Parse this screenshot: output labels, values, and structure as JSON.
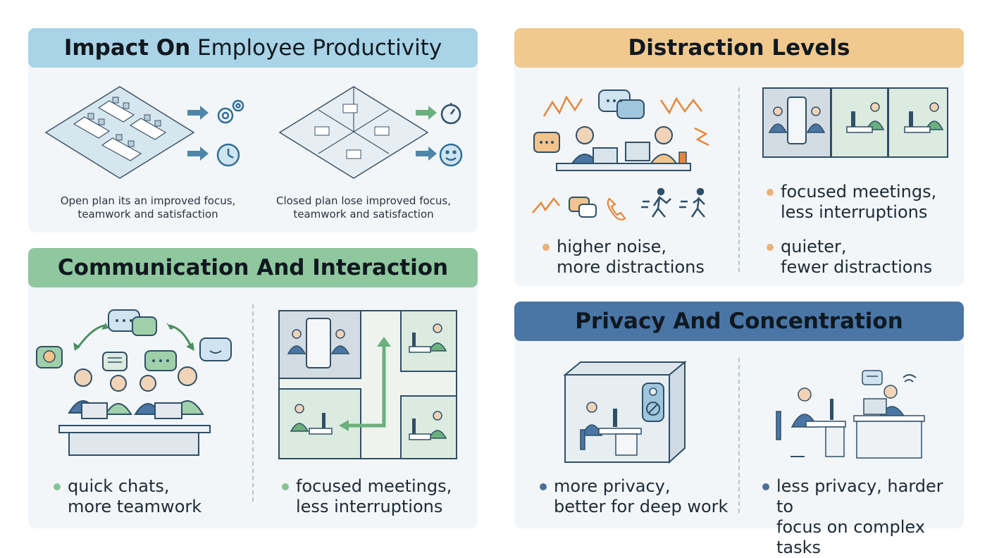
{
  "panels": {
    "productivity": {
      "title_bold": "Impact On",
      "title_rest": " Employee Productivity",
      "header_color": "#a9d3e6",
      "open_caption": [
        "Open plan its an improved focus,",
        "teamwork and satisfaction"
      ],
      "closed_caption": [
        "Closed plan lose improved focus,",
        "teamwork and satisfaction"
      ],
      "icons": [
        "gears-icon",
        "clock-icon",
        "stopwatch-icon",
        "smiley-icon"
      ]
    },
    "distraction": {
      "title": "Distraction Levels",
      "header_color": "#f1c98f",
      "bullet_color": "#e8b27a",
      "open_bullet": [
        "higher noise,",
        "more distractions"
      ],
      "closed_bullet_top": [
        "focused meetings,",
        "less interruptions"
      ],
      "closed_bullet_bottom": [
        "quieter,",
        "fewer distractions"
      ]
    },
    "communication": {
      "title": "Communication And Interaction",
      "header_color": "#8fc79e",
      "bullet_color": "#86c293",
      "open_bullet": [
        "quick chats,",
        "more teamwork"
      ],
      "closed_bullet": [
        "focused meetings,",
        "less interruptions"
      ]
    },
    "privacy": {
      "title": "Privacy And Concentration",
      "header_color": "#4a76a6",
      "bullet_color": "#4b6f9a",
      "closed_bullet": [
        "more privacy,",
        "better for deep work"
      ],
      "open_bullet": [
        "less privacy, harder to",
        "focus on complex tasks"
      ]
    }
  }
}
